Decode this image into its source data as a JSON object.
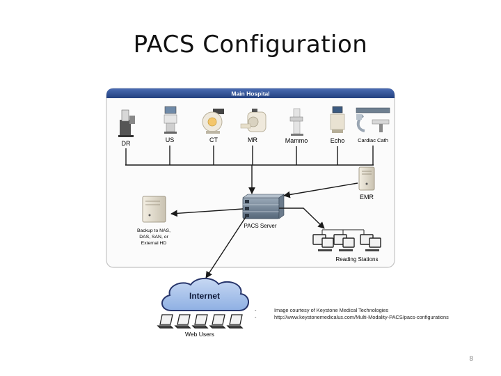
{
  "slide": {
    "title": "PACS Configuration",
    "page_number": "8"
  },
  "hospital": {
    "title": "Main Hospital"
  },
  "modalities": [
    {
      "label": "DR",
      "icon": "dr-scanner-icon"
    },
    {
      "label": "US",
      "icon": "ultrasound-icon"
    },
    {
      "label": "CT",
      "icon": "ct-scanner-icon"
    },
    {
      "label": "MR",
      "icon": "mri-scanner-icon"
    },
    {
      "label": "Mammo",
      "icon": "mammography-icon"
    },
    {
      "label": "Echo",
      "icon": "echo-machine-icon"
    },
    {
      "label": "Cardiac Cath",
      "icon": "cardiac-cath-icon"
    }
  ],
  "nodes": {
    "emr": "EMR",
    "pacs_server": "PACS Server",
    "backup": [
      "Backup to NAS,",
      "DAS, SAN, or",
      "External HD"
    ],
    "reading_stations": "Reading Stations",
    "internet": "Internet",
    "web_users": "Web Users"
  },
  "notes": [
    "Image courtesy of Keystone Medical Technologies",
    "http://www.keystonemedicalus.com/Multi-Modality-PACS/pacs-configurations"
  ],
  "colors": {
    "banner": "#2f4d92",
    "cloud": "#a9c2ea",
    "line": "#1a1a1a"
  }
}
